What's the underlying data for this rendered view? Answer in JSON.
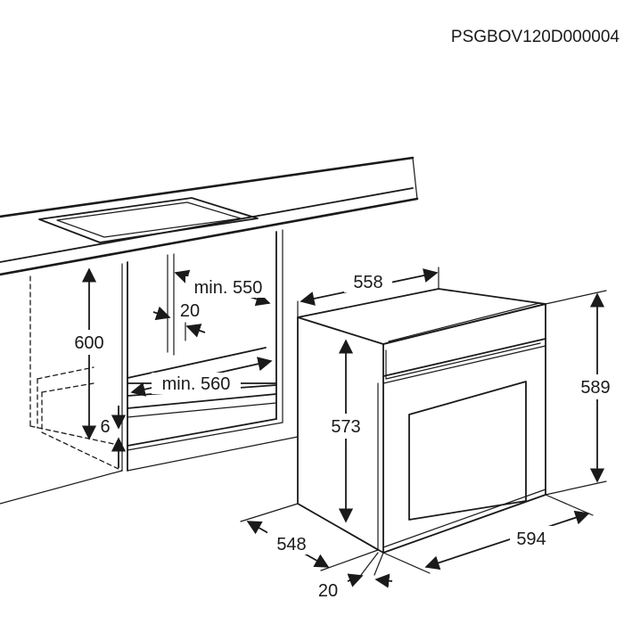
{
  "drawing_code": "PSGBOV120D000004",
  "dimensions": {
    "niche_height": "600",
    "niche_depth": "min. 550",
    "niche_width": "min. 560",
    "rear_gap": "20",
    "bottom_gap": "6",
    "oven_depth_top": "558",
    "oven_body_height": "573",
    "oven_total_height": "589",
    "oven_depth": "548",
    "oven_width": "594",
    "door_thickness": "20"
  },
  "colors": {
    "line": "#1a1a1a",
    "background": "#ffffff"
  }
}
